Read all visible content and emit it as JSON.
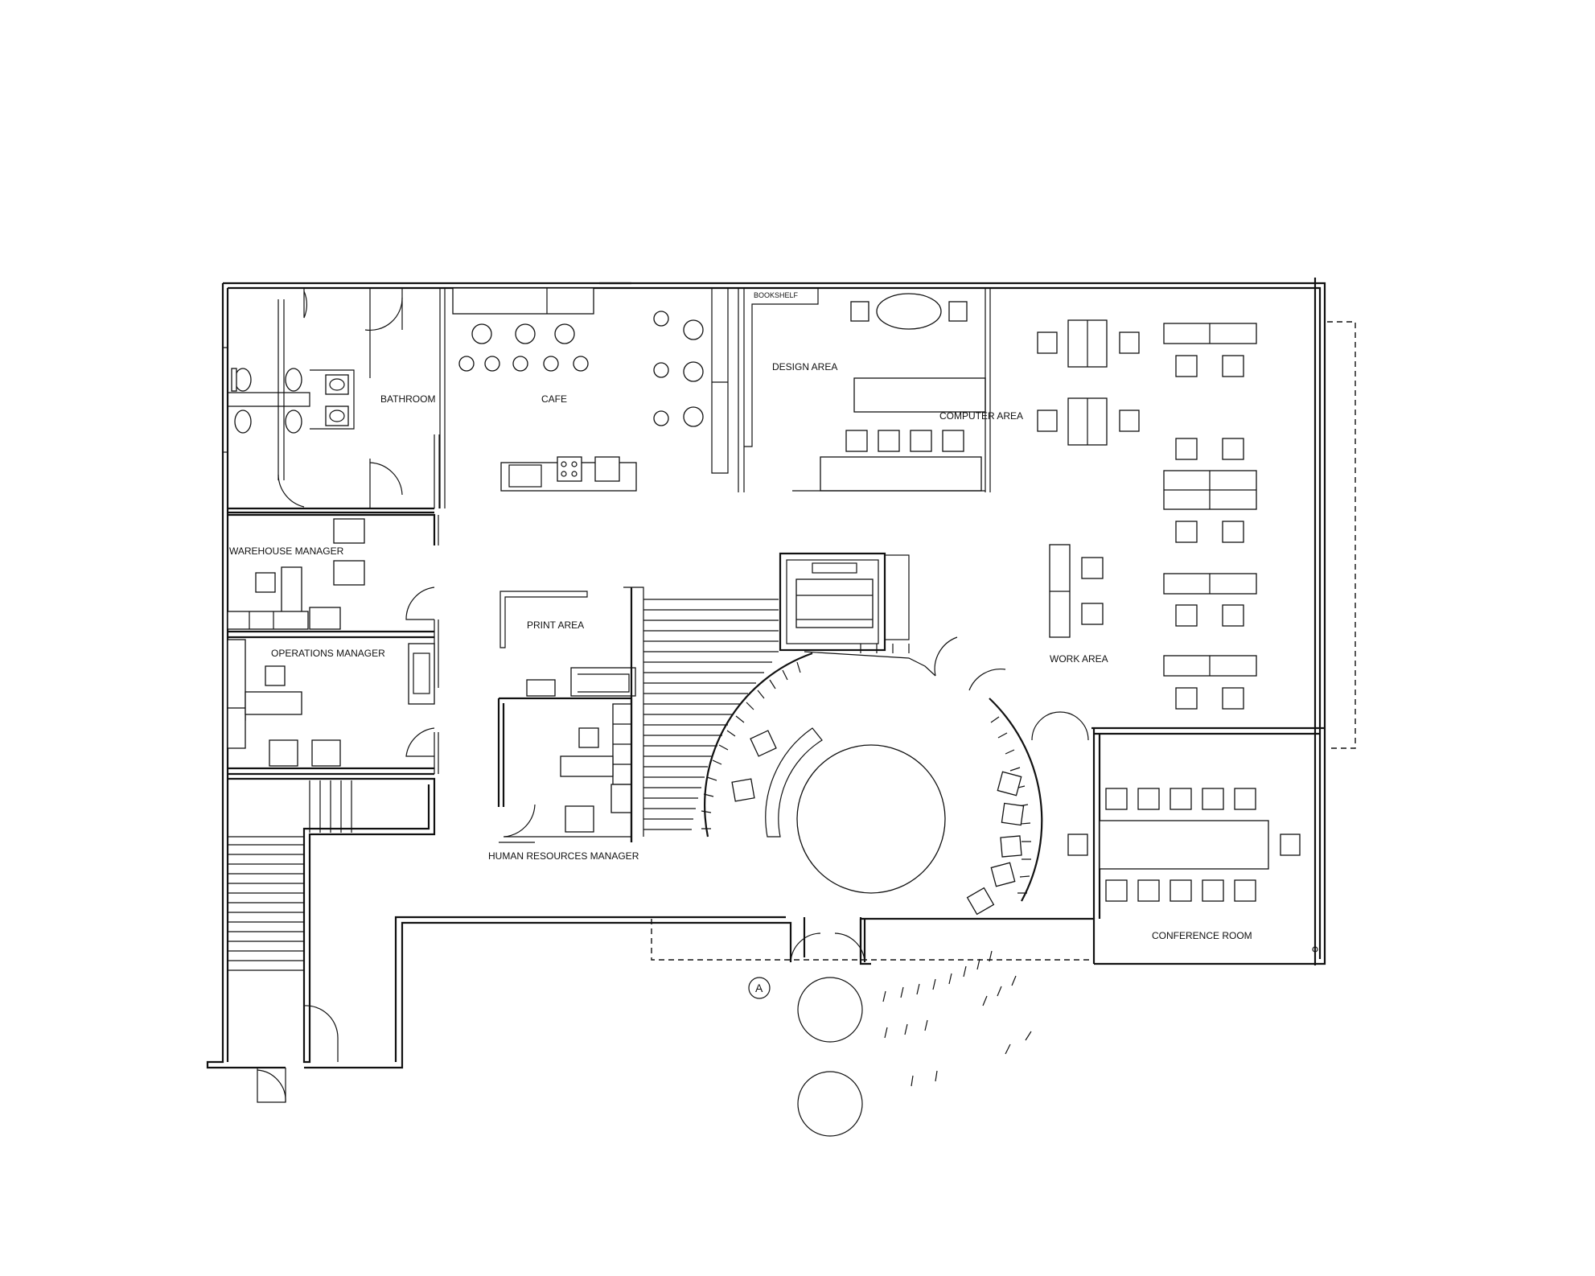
{
  "rooms": {
    "bathroom": "BATHROOM",
    "cafe": "CAFE",
    "bookshelf": "BOOKSHELF",
    "design_area": "DESIGN AREA",
    "computer_area": "COMPUTER AREA",
    "warehouse_manager": "WAREHOUSE MANAGER",
    "operations_manager": "OPERATIONS MANAGER",
    "print_area": "PRINT AREA",
    "human_resources_manager": "HUMAN RESOURCES MANAGER",
    "work_area": "WORK AREA",
    "conference_room": "CONFERENCE ROOM"
  },
  "section_marker": "A"
}
